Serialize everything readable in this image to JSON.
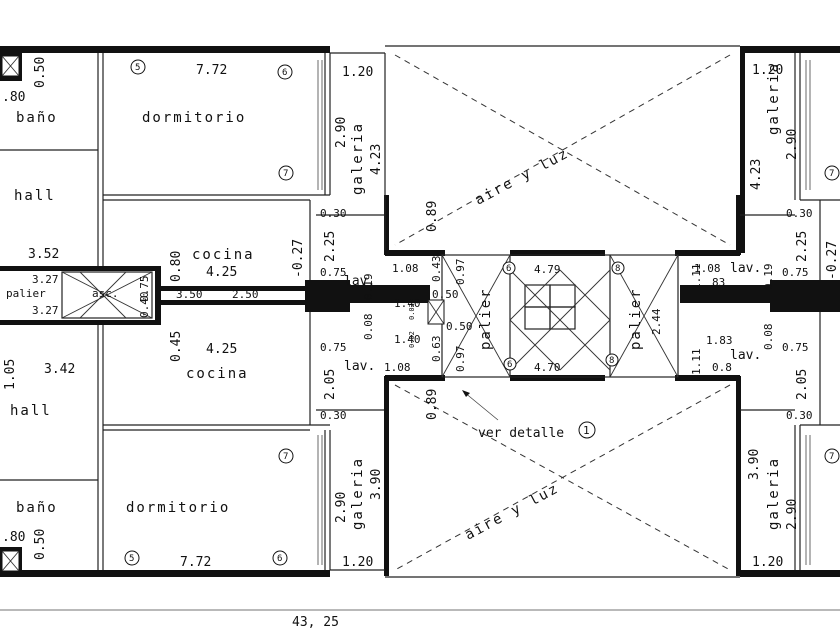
{
  "labels": {
    "bano_top": "baño",
    "bano_bottom": "baño",
    "hall_top": "hall",
    "hall_bottom": "hall",
    "dormitorio_top": "dormitorio",
    "dormitorio_bottom": "dormitorio",
    "cocina_top": "cocina",
    "cocina_bottom": "cocina",
    "palier_left": "palier",
    "asc": "asc.",
    "aire_luz_top": "aire  y  luz",
    "aire_luz_bottom": "aire  y  luz",
    "palier_mid_left": "palier",
    "palier_mid_right": "palier",
    "galeria_l_top": "galeria",
    "galeria_l_bottom": "galeria",
    "galeria_r_top": "galeria",
    "galeria_r_bottom": "galeria",
    "lav_1": "lav.",
    "lav_2": "lav.",
    "lav_3": "lav.",
    "lav_4": "lav.",
    "ver_detalle": "ver detalle",
    "detalle_num": "1"
  },
  "dims": {
    "d_7_72_top": "7.72",
    "d_7_72_bot": "7.72",
    "d_050_tl": "0.50",
    "d_050_bl": "0.50",
    "d_080_tl": ".80",
    "d_080_bl": ".80",
    "d_3_52": "3.52",
    "d_3_27_a": "3.27",
    "d_3_27_b": "3.27",
    "d_3_42": "3.42",
    "d_1_05": "1.05",
    "d_1_20_a": "1.20",
    "d_1_20_b": "1.20",
    "d_1_20_c": "1.20",
    "d_1_20_d": "1.20",
    "d_2_90_a": "2.90",
    "d_2_90_b": "2.90",
    "d_2_90_c": "2.90",
    "d_2_90_d": "2.90",
    "d_4_23_a": "4.23",
    "d_4_23_b": "4.23",
    "d_3_90_a": "3.90",
    "d_3_90_b": "3.90",
    "d_0_30_a": "0.30",
    "d_0_30_b": "0.30",
    "d_0_30_c": "0.30",
    "d_0_30_d": "0.30",
    "d_2_25_a": "2.25",
    "d_2_25_b": "2.25",
    "d_2_05_a": "2.05",
    "d_2_05_b": "2.05",
    "d_0_75_a": "0.75",
    "d_0_75_b": "0.75",
    "d_0_75_c": "0.75",
    "d_0_75_d": "0.75",
    "d_0_75_e": "0.75",
    "d_0_80": "0.80",
    "d_0_40": "0.40",
    "d_0_45": "0.45",
    "d_neg_0_27_a": "-0.27",
    "d_neg_0_27_b": "-0.27",
    "d_4_25_a": "4.25",
    "d_4_25_b": "4.25",
    "d_3_50": "3.50",
    "d_2_50": "2.50",
    "d_1_08_a": "1.08",
    "d_1_08_b": "1.08",
    "d_1_08_c": "1.08",
    "d_1_40_a": "1.40",
    "d_1_40_b": "1.40",
    "d_0_19_a": "0.19",
    "d_0_19_b": "0.19",
    "d_0_08_a": "0.08",
    "d_0_08_b": "0.08",
    "d_0_43": "0.43",
    "d_0_63": "0.63",
    "d_0_50_m1": "0.50",
    "d_0_50_m2": "0.50",
    "d_0_02_a": "0.02",
    "d_0_02_b": "0.02",
    "d_0_97_a": "0.97",
    "d_0_97_b": "0.97",
    "d_4_79": "4.79",
    "d_4_70": "4.70",
    "d_2_44": "2.44",
    "d_1_11_a": "1.11",
    "d_1_11_b": "1.11",
    "d_83": "83",
    "d_1_83": "1.83",
    "d_0_8": "0.8",
    "d_0_89_a": "0.89",
    "d_0_89_b": "0.89",
    "d_43_25": "43, 25"
  },
  "circles": {
    "c5_top": "5",
    "c6_top": "6",
    "c7_top": "7",
    "c5_bot": "5",
    "c6_bot": "6",
    "c7_bot": "7",
    "c6_mid_a": "6",
    "c8_mid_a": "8",
    "c6_mid_b": "6",
    "c8_mid_b": "8",
    "c7_r_top": "7",
    "c7_r_bot": "7"
  }
}
